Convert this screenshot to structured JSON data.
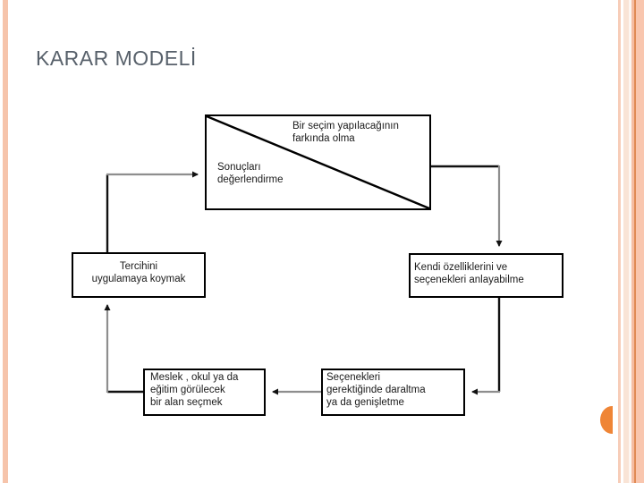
{
  "slide": {
    "title": "KARAR MODELİ",
    "title_color": "#58616b",
    "background_color": "#ffffff",
    "accent_color": "#f6c4ab",
    "accent_strong_color": "#ef8536"
  },
  "diagram": {
    "type": "cycle-flowchart",
    "nodes": [
      {
        "id": "awareness",
        "label": "Bir seçim yapılacağının\nfarkında olma",
        "position": "top-box-upper-right-triangle"
      },
      {
        "id": "evaluate",
        "label": "Sonuçları\ndeğerlendirme",
        "position": "top-box-lower-left-triangle"
      },
      {
        "id": "understand",
        "label": "Kendi özelliklerini ve\nseçenekleri anlayabilme",
        "position": "middle-right"
      },
      {
        "id": "narrow",
        "label": "Seçenekleri\ngerektiğinde daraltma\nya da genişletme",
        "position": "bottom-right"
      },
      {
        "id": "choose",
        "label": "Meslek , okul ya da\neğitim görülecek\nbir alan seçmek",
        "position": "bottom-left"
      },
      {
        "id": "implement",
        "label": "Tercihini\nuygulamaya koymak",
        "position": "middle-left"
      }
    ],
    "edges": [
      {
        "from": "awareness",
        "to": "understand",
        "direction": "right-then-down"
      },
      {
        "from": "understand",
        "to": "narrow",
        "direction": "down-then-left"
      },
      {
        "from": "narrow",
        "to": "choose",
        "direction": "left"
      },
      {
        "from": "choose",
        "to": "implement",
        "direction": "left-then-up"
      },
      {
        "from": "implement",
        "to": "evaluate",
        "direction": "up-then-right"
      }
    ]
  }
}
